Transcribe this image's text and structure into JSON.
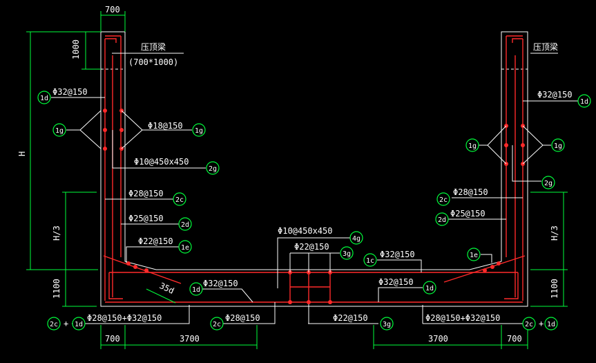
{
  "dims": {
    "top_wall_width": "700",
    "beam_depth": "1000",
    "wall_height": "H",
    "third_left": "H/3",
    "third_right": "H/3",
    "slab_left": "1100",
    "slab_right": "1100",
    "bottom_700_left": "700",
    "bottom_3700_left": "3700",
    "bottom_3700_right": "3700",
    "bottom_700_right": "700",
    "haunch": "35d"
  },
  "beam": {
    "left_name": "压顶梁",
    "left_size": "(700*1000)",
    "right_name": "压顶梁"
  },
  "labels": {
    "phi32_left": "Φ32@150",
    "phi18": "Φ18@150",
    "phi10_left": "Φ10@450x450",
    "phi28_left": "Φ28@150",
    "phi25_left": "Φ25@150",
    "phi22_left": "Φ22@150",
    "phi32_slab_left": "Φ32@150",
    "phi28_32_left": "Φ28@150+Φ32@150",
    "phi28_bottom": "Φ28@150",
    "phi10_center": "Φ10@450x450",
    "phi22_center_top": "Φ22@150",
    "phi22_center_bottom": "Φ22@150",
    "phi32_c": "Φ32@150",
    "phi32_slab_right": "Φ32@150",
    "phi28_32_right": "Φ28@150+Φ32@150",
    "phi32_right": "Φ32@150",
    "phi28_right": "Φ28@150",
    "phi25_right": "Φ25@150",
    "plus_left": "+",
    "plus_right": "+"
  },
  "tags": {
    "t1d_a": "1d",
    "t1g_a": "1g",
    "t1g_b": "1g",
    "t2g_a": "2g",
    "t2c_a": "2c",
    "t2d_a": "2d",
    "t1e_a": "1e",
    "t1d_b": "1d",
    "t2c_b": "2c",
    "t1d_c": "1d",
    "t2c_c": "2c",
    "t4g": "4g",
    "t3g_a": "3g",
    "t1c": "1c",
    "t3g_b": "3g",
    "t1d_d": "1d",
    "t1e_b": "1e",
    "t2c_d": "2c",
    "t1d_e": "1d",
    "t1d_f": "1d",
    "t1g_c": "1g",
    "t1g_d": "1g",
    "t2g_b": "2g",
    "t2c_e": "2c",
    "t2d_b": "2d"
  }
}
